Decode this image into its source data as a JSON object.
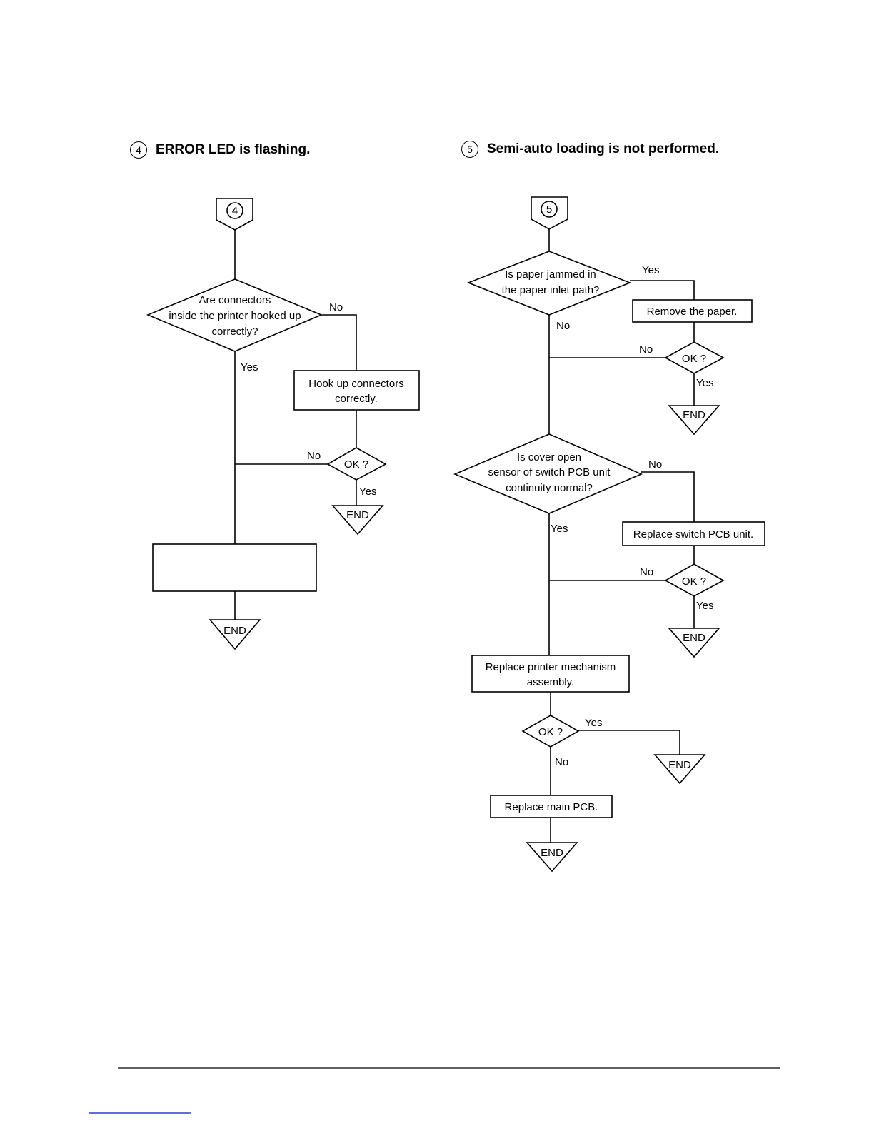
{
  "left": {
    "section_number": "4",
    "heading": "ERROR LED is flashing.",
    "start_connector": "4",
    "decision": [
      "Are connectors",
      "inside the printer hooked up",
      "correctly?"
    ],
    "no_label": "No",
    "yes_label": "Yes",
    "action": [
      "Hook up connectors",
      "correctly."
    ],
    "ok_label": "OK ?",
    "ok_no_label": "No",
    "ok_yes_label": "Yes",
    "end_label": "END",
    "final_end_label": "END"
  },
  "right": {
    "section_number": "5",
    "heading": "Semi-auto loading is not performed.",
    "start_connector": "5",
    "decision1": [
      "Is paper jammed in",
      "the paper inlet path?"
    ],
    "d1_yes_label": "Yes",
    "d1_no_label": "No",
    "action1": "Remove the paper.",
    "ok1_label": "OK ?",
    "ok1_no_label": "No",
    "ok1_yes_label": "Yes",
    "end1_label": "END",
    "decision2": [
      "Is cover open",
      "sensor of switch PCB unit",
      "continuity normal?"
    ],
    "d2_no_label": "No",
    "d2_yes_label": "Yes",
    "action2": "Replace switch PCB unit.",
    "ok2_label": "OK ?",
    "ok2_no_label": "No",
    "ok2_yes_label": "Yes",
    "end2_label": "END",
    "action3": [
      "Replace printer mechanism",
      "assembly."
    ],
    "ok3_label": "OK ?",
    "ok3_yes_label": "Yes",
    "ok3_no_label": "No",
    "end3_label": "END",
    "action4": "Replace main PCB.",
    "end4_label": "END"
  }
}
